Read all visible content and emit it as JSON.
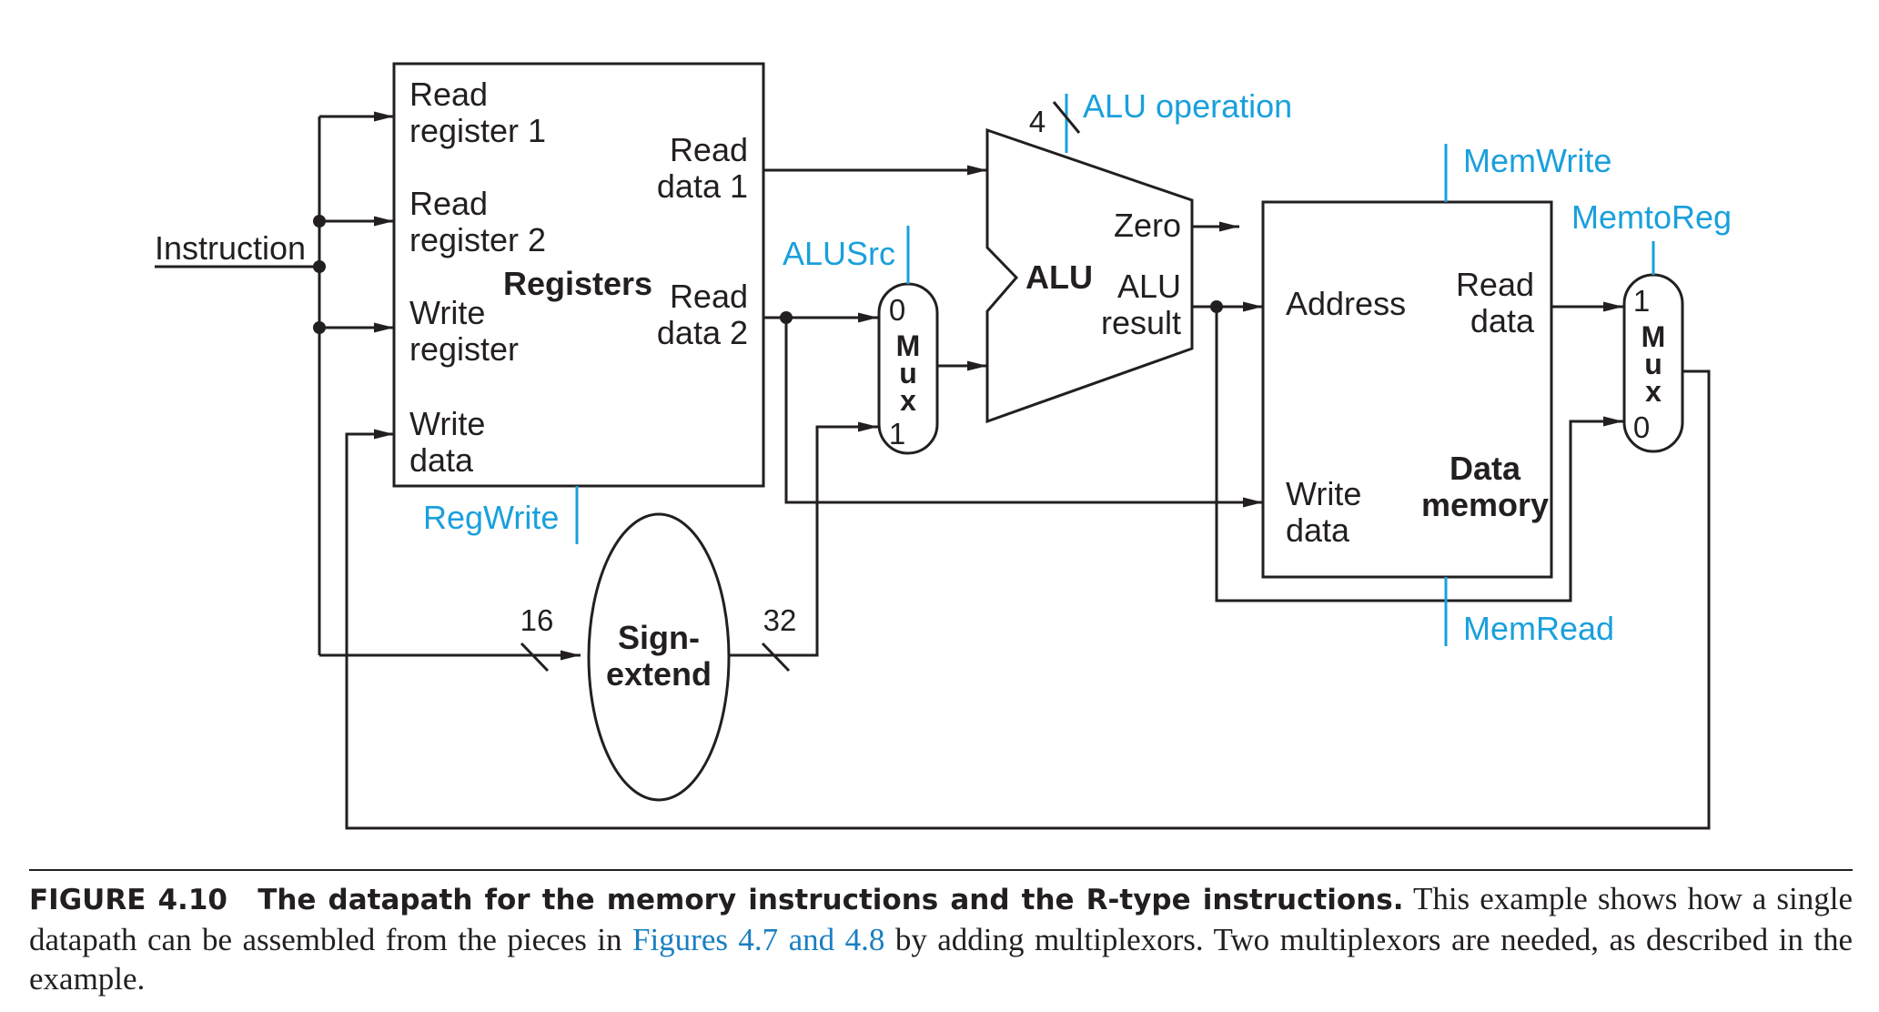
{
  "diagram": {
    "instruction": "Instruction",
    "registers": {
      "title": "Registers",
      "read_register_1": [
        "Read",
        "register 1"
      ],
      "read_register_2": [
        "Read",
        "register 2"
      ],
      "write_register": [
        "Write",
        "register"
      ],
      "write_data": [
        "Write",
        "data"
      ],
      "read_data_1": [
        "Read",
        "data 1"
      ],
      "read_data_2": [
        "Read",
        "data 2"
      ]
    },
    "alu": {
      "title": "ALU",
      "zero": "Zero",
      "result": [
        "ALU",
        "result"
      ],
      "operation_bits": "4"
    },
    "alu_mux": {
      "top_input": "0",
      "bottom_input": "1",
      "letters": [
        "M",
        "u",
        "x"
      ]
    },
    "data_memory": {
      "title": [
        "Data",
        "memory"
      ],
      "address": "Address",
      "write_data": [
        "Write",
        "data"
      ],
      "read_data": [
        "Read",
        "data"
      ]
    },
    "mem_mux": {
      "top_input": "1",
      "bottom_input": "0",
      "letters": [
        "M",
        "u",
        "x"
      ]
    },
    "sign_extend": {
      "label": [
        "Sign-",
        "extend"
      ],
      "input_bits": "16",
      "output_bits": "32"
    },
    "control_signals": {
      "alu_operation": "ALU operation",
      "mem_write": "MemWrite",
      "mem_to_reg": "MemtoReg",
      "alu_src": "ALUSrc",
      "reg_write": "RegWrite",
      "mem_read": "MemRead"
    },
    "colors": {
      "control": "#1aa0dc",
      "ink": "#231f20",
      "link": "#1a7fc1"
    }
  },
  "caption": {
    "figure_number": "FIGURE 4.10",
    "title": "The datapath for the memory instructions and the R-type instructions.",
    "text_before_link": "This example shows how a single datapath can be assembled from the pieces in",
    "link_text": "Figures 4.7 and 4.8",
    "text_after_link": "by adding multiplexors. Two multiplexors are needed, as described in the example."
  }
}
